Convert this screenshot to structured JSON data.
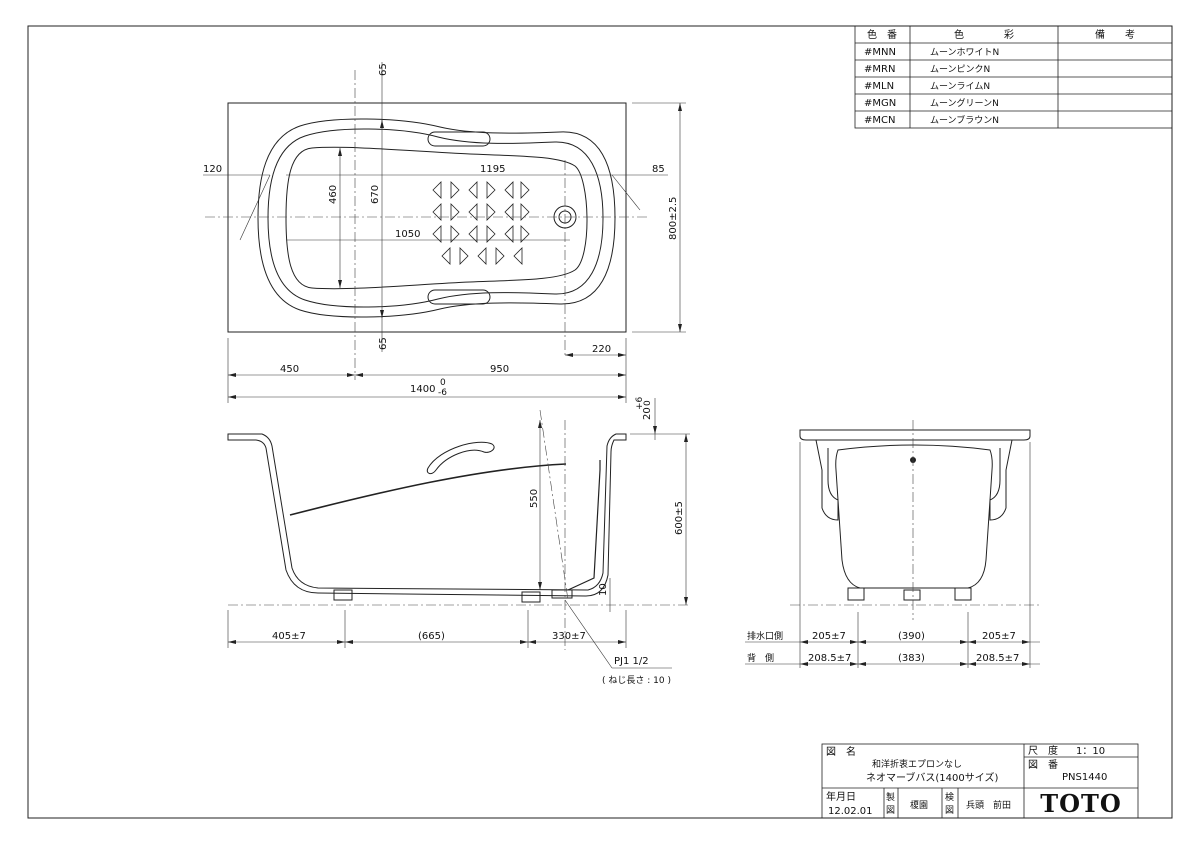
{
  "color_table": {
    "headers": [
      "色　番",
      "色　　　　彩",
      "備　　考"
    ],
    "rows": [
      {
        "code": "#MNN",
        "name": "ムーンホワイトN"
      },
      {
        "code": "#MRN",
        "name": "ムーンピンクN"
      },
      {
        "code": "#MLN",
        "name": "ムーンライムN"
      },
      {
        "code": "#MGN",
        "name": "ムーングリーンN"
      },
      {
        "code": "#MCN",
        "name": "ムーンブラウンN"
      }
    ]
  },
  "plan_dims": {
    "top_65": "65",
    "bottom_65": "65",
    "left_120": "120",
    "right_85": "85",
    "inner_1195": "1195",
    "inner_1050": "1050",
    "v_460": "460",
    "v_670": "670",
    "h_800": "800±2.5",
    "d_220": "220",
    "d_450": "450",
    "d_950": "950",
    "d_1400": "1400",
    "tol_1400_upper": "0",
    "tol_1400_lower": "-6"
  },
  "side_dims": {
    "d_20": "20",
    "tol_20_upper": "+6",
    "tol_20_lower": "0",
    "d_550": "550",
    "d_600": "600±5",
    "d_10": "10",
    "d_405": "405±7",
    "d_665": "(665)",
    "d_330": "330±7",
    "pipe": "PJ1 1/2",
    "pipe_note": "( ねじ長さ : 10 )"
  },
  "end_dims": {
    "row1_label": "排水口側",
    "row1": [
      "205±7",
      "(390)",
      "205±7"
    ],
    "row2_label": "背　側",
    "row2": [
      "208.5±7",
      "(383)",
      "208.5±7"
    ]
  },
  "title_block": {
    "name_label": "図　名",
    "name_line1": "和洋折衷エプロンなし",
    "name_line2": "ネオマーブバス(1400サイズ)",
    "scale_label": "尺　度",
    "scale_value": "1：10",
    "drawing_no_label": "図　番",
    "drawing_no": "PNS1440",
    "date_label": "年月日",
    "date": "12.02.01",
    "made_label_1": "製",
    "made_label_2": "図",
    "made_by": "榎園",
    "check_label_1": "検",
    "check_label_2": "図",
    "checked_by": "兵頭　前田",
    "logo": "TOTO"
  }
}
